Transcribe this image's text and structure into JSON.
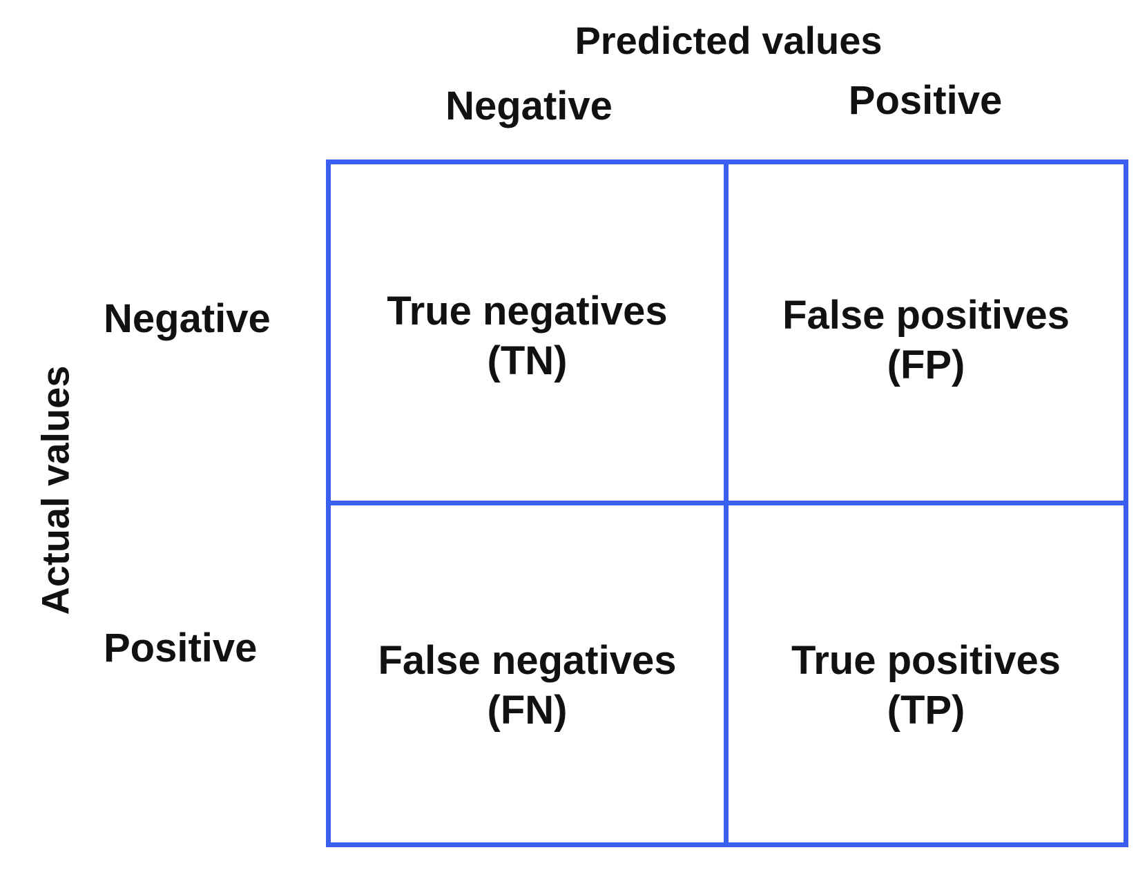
{
  "titles": {
    "predicted": "Predicted values",
    "actual": "Actual values"
  },
  "columns": {
    "negative": "Negative",
    "positive": "Positive"
  },
  "rows": {
    "negative": "Negative",
    "positive": "Positive"
  },
  "cells": {
    "tn": {
      "name": "True negatives",
      "abbr": "(TN)"
    },
    "fp": {
      "name": "False positives",
      "abbr": "(FP)"
    },
    "fn": {
      "name": "False negatives",
      "abbr": "(FN)"
    },
    "tp": {
      "name": "True positives",
      "abbr": "(TP)"
    }
  },
  "colors": {
    "grid": "#3a5ff0",
    "text": "#111111",
    "background": "#ffffff"
  }
}
